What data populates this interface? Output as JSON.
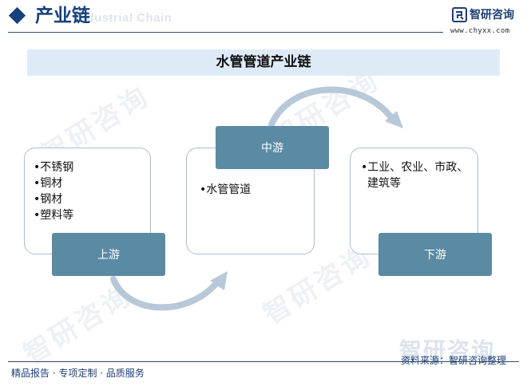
{
  "header": {
    "title": "产业链",
    "ghost_text": "Industrial Chain",
    "logo_name": "智研咨询",
    "logo_url": "www.chyxx.com"
  },
  "banner": {
    "title": "水管管道产业链"
  },
  "stages": {
    "upstream": {
      "label": "上游",
      "items": [
        "•不锈钢",
        "•铜材",
        "•钢材",
        "•塑料等"
      ]
    },
    "midstream": {
      "label": "中游",
      "items": [
        "•水管管道"
      ]
    },
    "downstream": {
      "label": "下游",
      "items": [
        "•工业、农业、市政、建筑等"
      ]
    }
  },
  "watermark": {
    "text": "智研咨询"
  },
  "footer": {
    "left": "精品报告 · 专项定制 · 品质服务",
    "right": "资料来源：智研咨询整理",
    "right_ghost": "智研咨询"
  },
  "colors": {
    "brand": "#17407a",
    "stage_label": "#5b8aa3",
    "card_border": "#a7bfd6",
    "banner_bg": "#deebf7",
    "arrow": "#b7c8d8"
  }
}
